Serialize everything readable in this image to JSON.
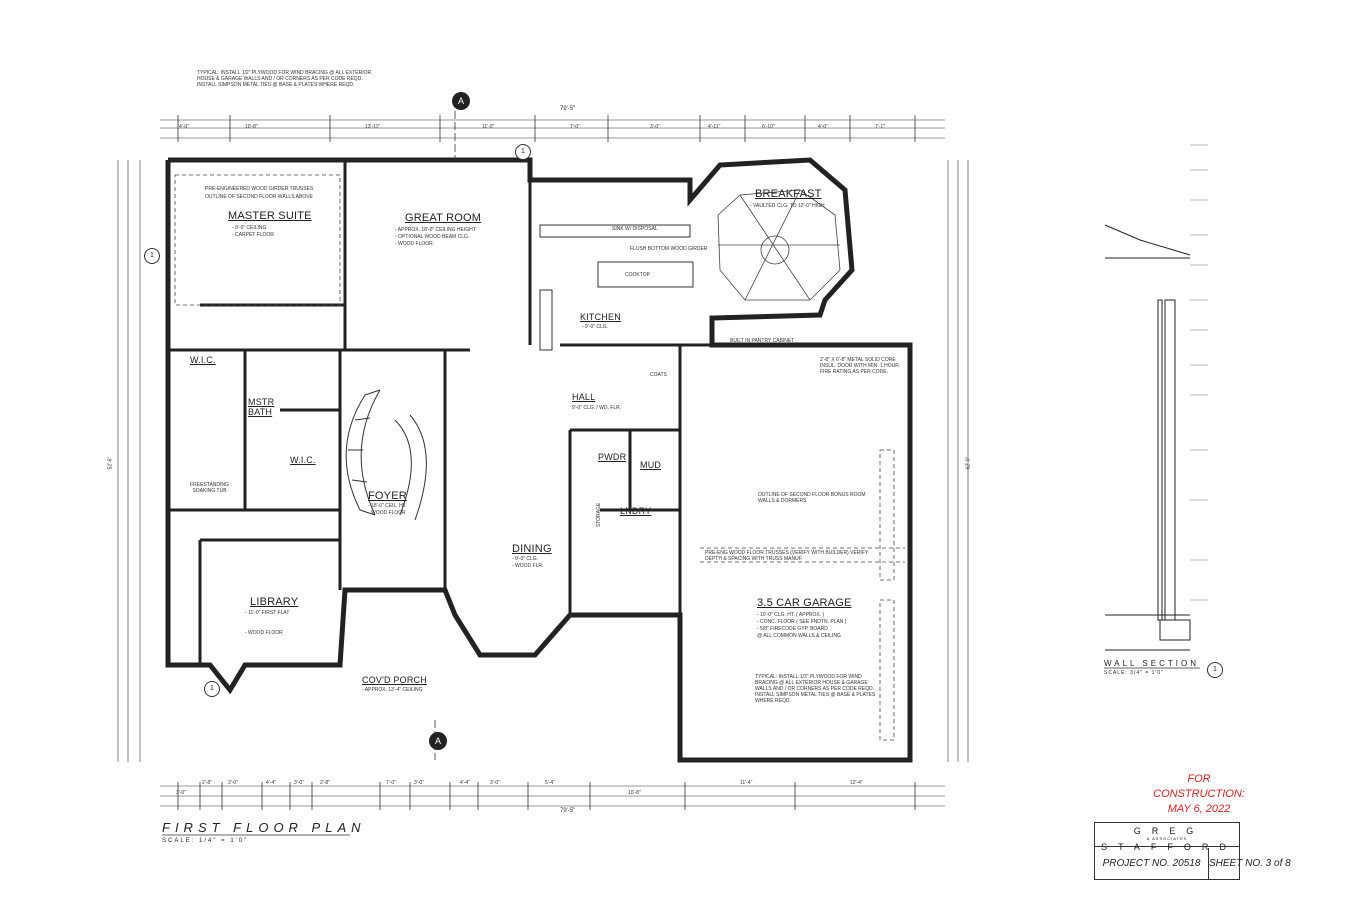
{
  "sheet": {
    "title": "FIRST FLOOR PLAN",
    "scale": "SCALE: 1/4\" = 1'0\"",
    "for_construction_line1": "FOR CONSTRUCTION:",
    "for_construction_line2": "MAY 6, 2022",
    "firm": "GREG STAFFORD",
    "firm_sub": "& ASSOCIATES",
    "project": "PROJECT NO. 20518",
    "sheet_no": "SHEET NO. 3 of 8",
    "wall_section_title": "WALL SECTION",
    "wall_section_scale": "SCALE: 3/4\" = 1'0\"",
    "section_tag": "A"
  },
  "rooms": {
    "master_suite": "MASTER SUITE",
    "master_suite_note1": "- 9'-0\" CEILING",
    "master_suite_note2": "- CARPET FLOOR",
    "great_room": "GREAT ROOM",
    "great_room_note1": "- APPROX. 18'-0\" CEILING HEIGHT",
    "great_room_note2": "- OPTIONAL WOOD BEAM CLG.",
    "great_room_note3": "- WOOD FLOOR",
    "breakfast": "BREAKFAST",
    "breakfast_note": "- VAULTED CLG. TO 12'-0\" HIGH",
    "kitchen": "KITCHEN",
    "kitchen_note": "- 9'-0\" CLG.",
    "hall": "HALL",
    "hall_note": "9'-0\" CLG. / WD. FLR.",
    "wic1": "W.I.C.",
    "mstr_bath": "MSTR BATH",
    "wic2": "W.I.C.",
    "foyer": "FOYER",
    "foyer_note1": "- 18'-0\" CEIL. HT.",
    "foyer_note2": "- WOOD FLOOR",
    "pwdr": "PWDR",
    "mud": "MUD",
    "lndry": "LNDRY",
    "library": "LIBRARY",
    "library_note1": "- 11'-0\" FIRST FLAT",
    "library_note2": "- WOOD FLOOR",
    "dining": "DINING",
    "dining_note1": "- 9'-0\" CLG.",
    "dining_note2": "- WOOD FLR.",
    "garage": "3.5 CAR GARAGE",
    "garage_note1": "- 10'-0\" CLG. HT. ( APPROX. )",
    "garage_note2": "- CONC. FLOOR ( SEE FNDTN. PLAN )",
    "garage_note3": "- 5/8\" FIRECODE GYP. BOARD",
    "garage_note4": "@ ALL COMMON WALLS & CEILING",
    "covd_porch": "COV'D PORCH",
    "covd_porch_note": "- APPROX. 13'-4\" CEILING",
    "freestanding_tub": "FREESTANDING SOAKING TUB",
    "cooktop": "COOKTOP",
    "sink": "SINK W/ DISPOSAL",
    "island_note": "FLUSH BOTTOM WOOD GIRDER",
    "pantry": "BUILT IN PANTRY CABINET",
    "coats": "COATS",
    "storage": "STORAGE"
  },
  "dimensions": {
    "overall_top": "79'-5\"",
    "overall_bottom": "79'-5\"",
    "top_row": [
      "4'-0\"",
      "10'-8\"",
      "13'-11\"",
      "11'-0\"",
      "7'-0\"",
      "3'-0\"",
      "4'-11\"",
      "6'-10\"",
      "4'-0\"",
      "7'-1\""
    ],
    "bottom_row": [
      "3'-0\"",
      "2'-8\"",
      "3'-0\"",
      "4'-4\"",
      "3'-0\"",
      "2'-8\"",
      "7'-0\"",
      "3'-0\"",
      "4'-4\"",
      "3'-0\"",
      "5'-4\"",
      "10'-8\"",
      "11'-4\"",
      "12'-4\""
    ],
    "left_overall": "52'-6\"",
    "right_overall": "62'-0\""
  },
  "notes": {
    "typical_top": "TYPICAL: INSTALL 1/2\" PLYWOOD FOR WIND BRACING @ ALL EXTERIOR HOUSE & GARAGE WALLS AND / OR CORNERS AS PER CODE REQD. INSTALL SIMPSON METAL TIES @ BASE & PLATES WHERE REQD.",
    "typical_garage": "TYPICAL: INSTALL 1/2\" PLYWOOD FOR WIND BRACING @ ALL EXTERIOR HOUSE & GARAGE WALLS AND / OR CORNERS AS PER CODE REQD. INSTALL SIMPSON METAL TIES @ BASE & PLATES WHERE REQD.",
    "truss_note": "PRE-ENG WOOD FLOOR TRUSSES (VERIFY WITH BUILDER) VERIFY DEPTH & SPACING WITH TRUSS MANUF.",
    "garage_bonus": "OUTLINE OF SECOND FLOOR BONUS ROOM WALLS & DORMERS",
    "fire_door": "2'-8\" x 6'-8\" METAL SOLID CORE INSUL. DOOR WITH MIN. 1 HOUR FIRE RATING AS PER CODE.",
    "pre_eng_girder": "PRE-ENGINEERED WOOD GIRDER TRUSSES",
    "second_floor_outline": "OUTLINE OF SECOND FLOOR WALLS ABOVE"
  },
  "grid_labels": [
    "1",
    "1",
    "1",
    "1"
  ]
}
